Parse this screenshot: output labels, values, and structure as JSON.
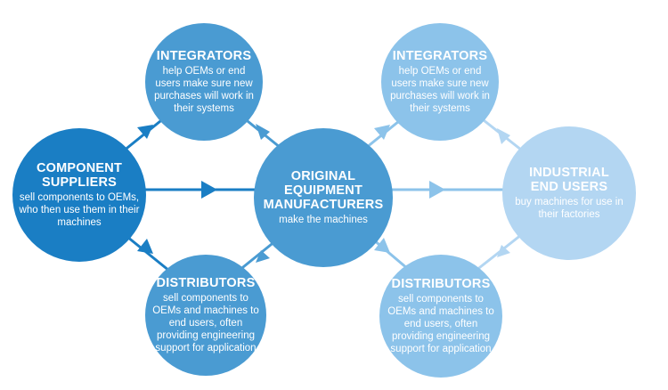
{
  "diagram": {
    "nodes": {
      "component_suppliers": {
        "title": "COMPONENT\nSUPPLIERS",
        "desc": "sell components to OEMs, who then use them in their machines"
      },
      "integrators_left": {
        "title": "INTEGRATORS",
        "desc": "help OEMs or end users make sure new purchases will work in their systems"
      },
      "distributors_left": {
        "title": "DISTRIBUTORS",
        "desc": "sell components to OEMs and machines to end users, often providing engineering support for application"
      },
      "oem": {
        "title": "ORIGINAL\nEQUIPMENT\nMANUFACTURERS",
        "desc": "make the machines"
      },
      "integrators_right": {
        "title": "INTEGRATORS",
        "desc": "help OEMs or end users make sure new purchases will work in their systems"
      },
      "distributors_right": {
        "title": "DISTRIBUTORS",
        "desc": "sell components to OEMs and machines to end users, often providing engineering support for application"
      },
      "industrial_end_users": {
        "title": "INDUSTRIAL\nEND USERS",
        "desc": "buy machines for use in their factories"
      }
    },
    "colors": {
      "dark": "#1a7ec4",
      "medium": "#4a9bd2",
      "light": "#8cc3ea",
      "lightest": "#b3d6f2"
    }
  }
}
